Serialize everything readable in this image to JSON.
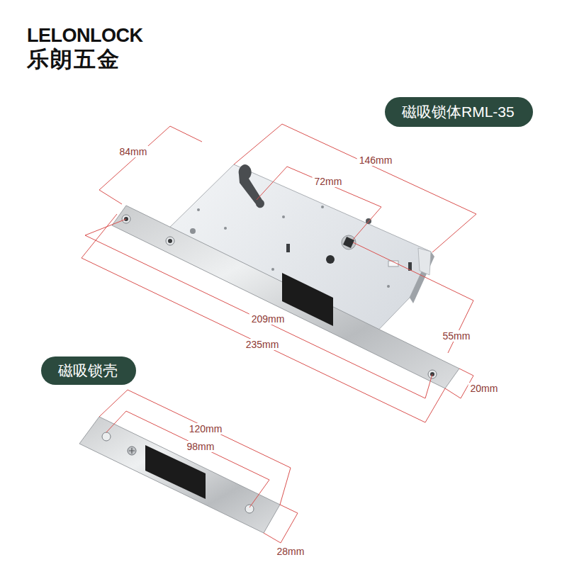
{
  "diagram": {
    "nodes": [
      {
        "text": [
          "磁吸锁体RML-35"
        ]
      },
      {
        "text": [
          "磁吸锁壳"
        ]
      }
    ],
    "labels": [
      "LELONLOCK",
      "乐朗五金",
      "84mm",
      "146mm",
      "72mm",
      "209mm",
      "55mm",
      "235mm",
      "20mm",
      "120mm",
      "98mm",
      "28mm"
    ]
  }
}
